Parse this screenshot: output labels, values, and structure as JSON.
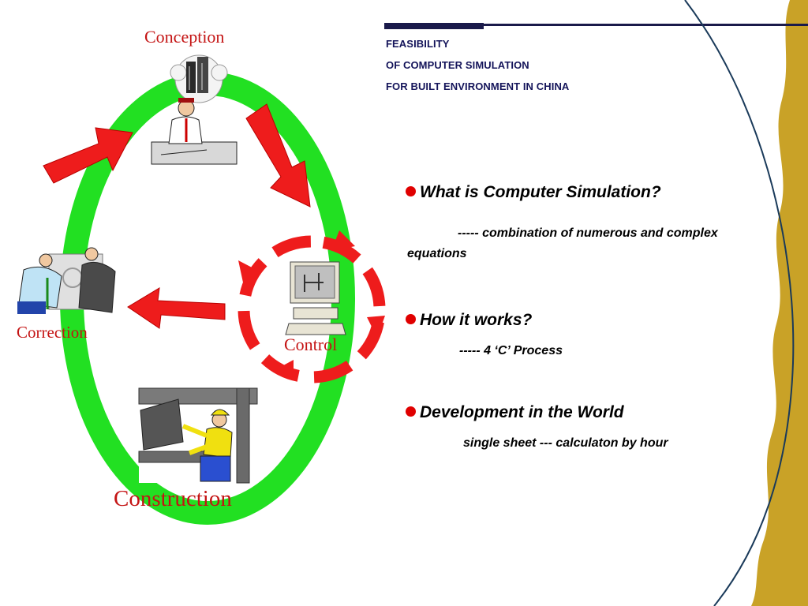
{
  "slide": {
    "title_lines": [
      "FEASIBILITY",
      "OF COMPUTER SIMULATION",
      "FOR BUILT ENVIRONMENT IN CHINA"
    ]
  },
  "cycle": {
    "stages": {
      "conception": "Conception",
      "correction": "Correction",
      "control": "Control",
      "construction": "Construction"
    }
  },
  "content": {
    "bullets": [
      {
        "heading": "What is Computer Simulation?",
        "detail": "----- combination of numerous and complex equations"
      },
      {
        "heading": "How it works?",
        "detail": "-----  4 ‘C’ Process"
      },
      {
        "heading": "Development in the World",
        "detail": "single sheet --- calculaton by hour"
      }
    ]
  },
  "colors": {
    "accent_red": "#e00000",
    "cycle_green": "#22e022",
    "arrow_red": "#ee1c1c",
    "title_navy": "#14145a",
    "gold": "#c9a227"
  },
  "icons": [
    "building-icon",
    "thinking-engineer-icon",
    "discussing-engineers-icon",
    "computer-icon",
    "construction-worker-icon"
  ]
}
